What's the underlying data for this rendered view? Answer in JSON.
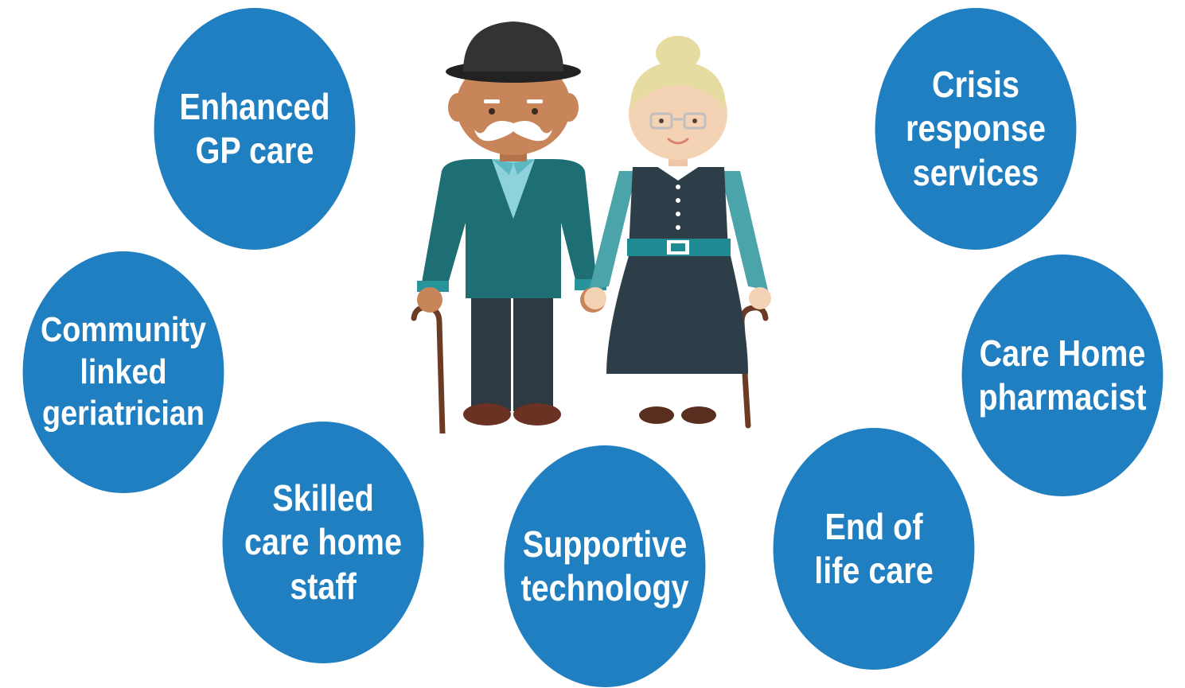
{
  "colors": {
    "circle": "#1f7fc0",
    "text": "#ffffff"
  },
  "circles": {
    "gp": "Enhanced\nGP care",
    "crisis": "Crisis\nresponse\nservices",
    "community": "Community\nlinked\ngeriatrician",
    "pharmacist": "Care Home\npharmacist",
    "skilled": "Skilled\ncare home\nstaff",
    "technology": "Supportive\ntechnology",
    "end_of_life": "End of\nlife care"
  },
  "illustration": {
    "icon": "elderly-couple-icon"
  }
}
